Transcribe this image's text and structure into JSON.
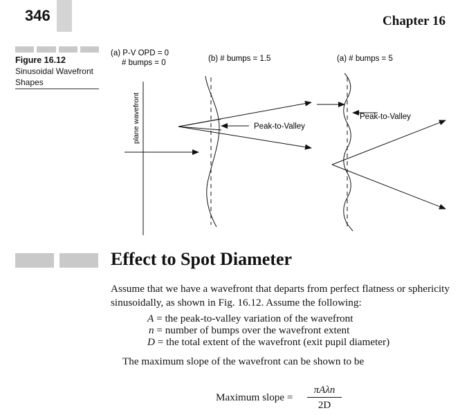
{
  "header": {
    "page_number": "346",
    "chapter": "Chapter 16"
  },
  "figure": {
    "label": "Figure 16.12",
    "caption": "Sinusoidal Wavefront Shapes",
    "panel_a_line1": "(a) P-V OPD = 0",
    "panel_a_line2": "# bumps = 0",
    "panel_a_vertical": "plane wavefront",
    "panel_b": "(b) # bumps = 1.5",
    "panel_c": "(a) # bumps = 5",
    "pv_label_b": "Peak-to-Valley",
    "pv_label_c": "Peak-to-Valley"
  },
  "section": {
    "title": "Effect to Spot Diameter"
  },
  "body": {
    "paragraph1": "Assume that we have a wavefront that departs from perfect flatness or sphericity sinusoidally, as shown in Fig. 16.12. Assume the following:",
    "def_a_var": "A",
    "def_a_text": " = the peak-to-valley variation of the wavefront",
    "def_n_var": "n",
    "def_n_text": " = number of bumps over the wavefront extent",
    "def_d_var": "D",
    "def_d_text": " = the total extent of the wavefront (exit pupil diameter)",
    "paragraph2": "The maximum slope of the wavefront can be shown to be"
  },
  "equation": {
    "label": "Maximum slope =",
    "numerator": "πAλn",
    "denominator": "2D"
  }
}
